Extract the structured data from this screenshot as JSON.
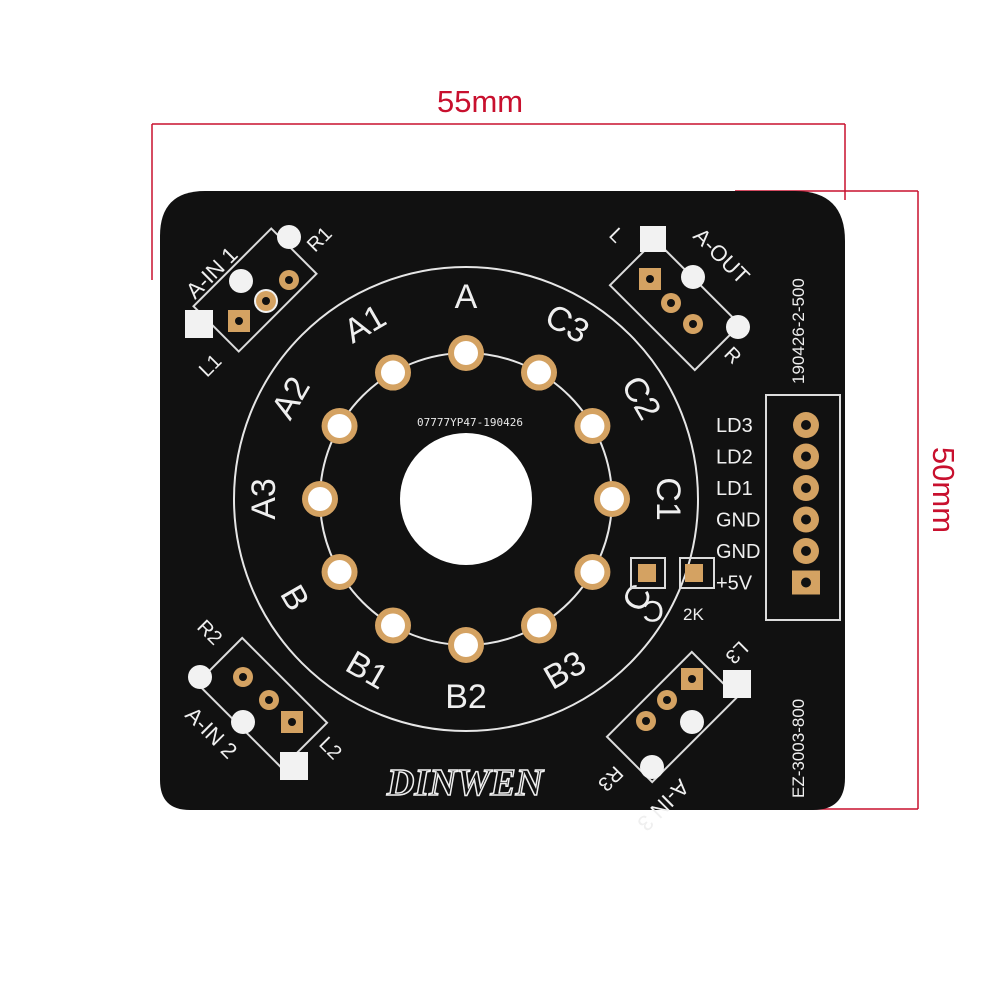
{
  "dimensions": {
    "width_label": "55mm",
    "height_label": "50mm",
    "line_color": "#c8102e"
  },
  "board": {
    "color": "#111111",
    "silk_color": "#f2f2f2",
    "pad_color": "#d4a262",
    "brand": "DINWEN",
    "batch_code": "07777YP47-190426",
    "top_right_code": "190426-2-500",
    "bottom_right_code": "EZ-3003-800",
    "resistor_value": "2K",
    "led_label": "C",
    "socket_pin_labels": [
      "A",
      "C3",
      "C2",
      "C1",
      "C",
      "B3",
      "B2",
      "B1",
      "B",
      "A3",
      "A2",
      "A1"
    ],
    "connector_labels": [
      "LD3",
      "LD2",
      "LD1",
      "GND",
      "GND",
      "+5V"
    ],
    "corners": {
      "top_left": {
        "title": "A-IN 1",
        "r": "R1",
        "l": "L1"
      },
      "top_right": {
        "title": "A-OUT",
        "r": "R",
        "l": "L"
      },
      "bottom_left": {
        "title": "A-IN 2",
        "r": "R2",
        "l": "L2"
      },
      "bottom_right": {
        "title": "A-IN 3",
        "r": "R3",
        "l": "L3"
      }
    }
  }
}
